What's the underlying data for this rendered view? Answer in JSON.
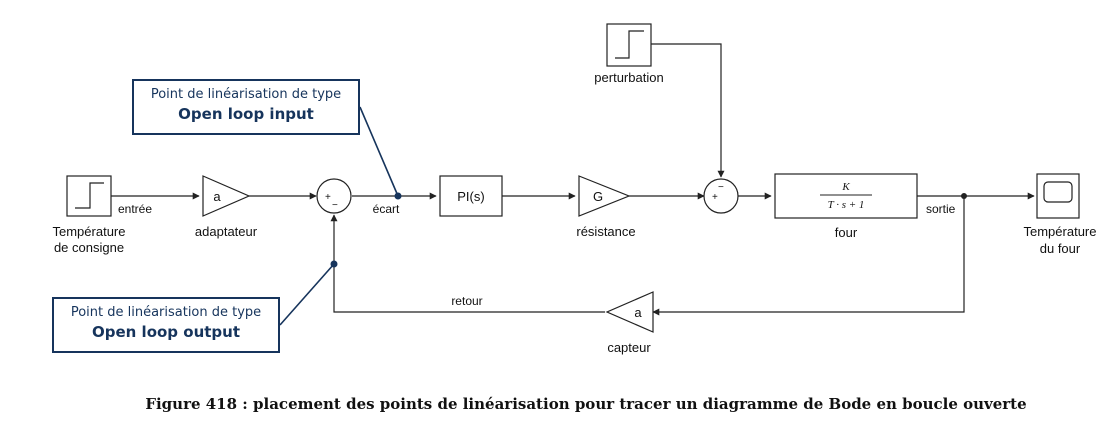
{
  "blocks": {
    "setpoint": {
      "label_line1": "Température",
      "label_line2": "de consigne"
    },
    "adapter": {
      "symbol": "a",
      "label": "adaptateur"
    },
    "controller": {
      "symbol": "PI(s)"
    },
    "resistance": {
      "symbol": "G",
      "label": "résistance"
    },
    "oven": {
      "numerator": "K",
      "denominator": "T · s + 1",
      "label": "four"
    },
    "disturbance": {
      "label": "perturbation"
    },
    "scope": {
      "label_line1": "Température",
      "label_line2": "du four"
    },
    "sensor": {
      "symbol": "a",
      "label": "capteur"
    }
  },
  "sum1": {
    "sign_plus": "+",
    "sign_minus": "−"
  },
  "sum2": {
    "sign_plus": "+",
    "sign_minus": "−"
  },
  "signals": {
    "input": "entrée",
    "error": "écart",
    "output": "sortie",
    "feedback": "retour"
  },
  "callouts": {
    "input": {
      "line1": "Point de linéarisation de type",
      "line2": "Open loop input"
    },
    "output": {
      "line1": "Point de linéarisation de type",
      "line2": "Open loop output"
    }
  },
  "caption": "Figure 418 : placement des points de linéarisation pour tracer un diagramme de Bode en boucle ouverte"
}
